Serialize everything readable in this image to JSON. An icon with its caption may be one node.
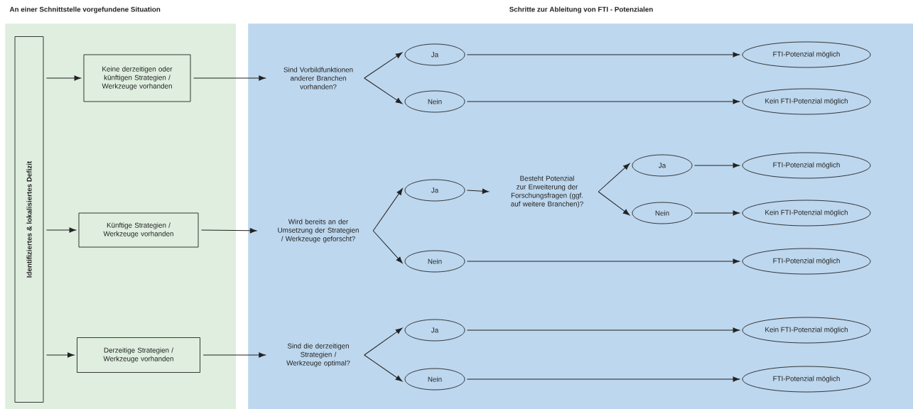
{
  "diagram": {
    "nodes": [
      {
        "text": [
          "An einer Schnittstelle vorgefundene Situation"
        ]
      },
      {
        "text": [
          "Identifiziertes & lokalisiertes Defizit"
        ],
        "in": 0
      },
      {
        "text": [
          "Keine derzeitigen oder künftigen Strategien / Werkzeuge vorhanden"
        ],
        "in": 0
      },
      {
        "text": [
          "Künftige Strategien / Werkzeuge vorhanden"
        ],
        "in": 0
      },
      {
        "text": [
          "Derzeitige Strategien / Werkzeuge vorhanden"
        ],
        "in": 0
      },
      {
        "text": [
          "Schritte zur Ableitung von FTI - Potenzialen"
        ]
      },
      {
        "text": [
          "Sind Vorbildfunktionen anderer Branchen vorhanden?"
        ],
        "in": 5
      },
      {
        "text": [
          "Ja"
        ],
        "in": 5
      },
      {
        "text": [
          "Nein"
        ],
        "in": 5
      },
      {
        "text": [
          "FTI-Potenzial möglich"
        ],
        "in": 5
      },
      {
        "text": [
          "Kein FTI-Potenzial möglich"
        ],
        "in": 5
      },
      {
        "text": [
          "Wird bereits an der Umsetzung der Strategien / Werkzeuge geforscht?"
        ],
        "in": 5
      },
      {
        "text": [
          "Ja"
        ],
        "in": 5
      },
      {
        "text": [
          "Besteht Potenzial zur Erweiterung der Forschungsfragen (ggf. auf weitere Branchen)?"
        ],
        "in": 5
      },
      {
        "text": [
          "Ja"
        ],
        "in": 5
      },
      {
        "text": [
          "Nein"
        ],
        "in": 5
      },
      {
        "text": [
          "FTI-Potenzial möglich"
        ],
        "in": 5
      },
      {
        "text": [
          "Kein FTI-Potenzial möglich"
        ],
        "in": 5
      },
      {
        "text": [
          "Nein"
        ],
        "in": 5
      },
      {
        "text": [
          "FTI-Potenzial möglich"
        ],
        "in": 5
      },
      {
        "text": [
          "Sind die derzeitigen Strategien / Werkzeuge optimal?"
        ],
        "in": 5
      },
      {
        "text": [
          "Ja"
        ],
        "in": 5
      },
      {
        "text": [
          "Nein"
        ],
        "in": 5
      },
      {
        "text": [
          "Kein FTI-Potenzial möglich"
        ],
        "in": 5
      },
      {
        "text": [
          "FTI-Potenzial möglich"
        ],
        "in": 5
      }
    ],
    "edges": [
      {
        "from": 1,
        "to": 2,
        "arrow": "to"
      },
      {
        "from": 1,
        "to": 3,
        "arrow": "to"
      },
      {
        "from": 1,
        "to": 4,
        "arrow": "to"
      },
      {
        "from": 2,
        "to": 6,
        "arrow": "to"
      },
      {
        "from": 6,
        "to": 7,
        "arrow": "to"
      },
      {
        "from": 6,
        "to": 8,
        "arrow": "to"
      },
      {
        "from": 7,
        "to": 9,
        "arrow": "to"
      },
      {
        "from": 8,
        "to": 10,
        "arrow": "to"
      },
      {
        "from": 3,
        "to": 11,
        "arrow": "to"
      },
      {
        "from": 11,
        "to": 12,
        "arrow": "to"
      },
      {
        "from": 11,
        "to": 18,
        "arrow": "to"
      },
      {
        "from": 12,
        "to": 13,
        "arrow": "to"
      },
      {
        "from": 13,
        "to": 14,
        "arrow": "to"
      },
      {
        "from": 13,
        "to": 15,
        "arrow": "to"
      },
      {
        "from": 14,
        "to": 16,
        "arrow": "to"
      },
      {
        "from": 15,
        "to": 17,
        "arrow": "to"
      },
      {
        "from": 18,
        "to": 19,
        "arrow": "to"
      },
      {
        "from": 4,
        "to": 20,
        "arrow": "to"
      },
      {
        "from": 20,
        "to": 21,
        "arrow": "to"
      },
      {
        "from": 20,
        "to": 22,
        "arrow": "to"
      },
      {
        "from": 21,
        "to": 23,
        "arrow": "to"
      },
      {
        "from": 22,
        "to": 24,
        "arrow": "to"
      }
    ]
  }
}
